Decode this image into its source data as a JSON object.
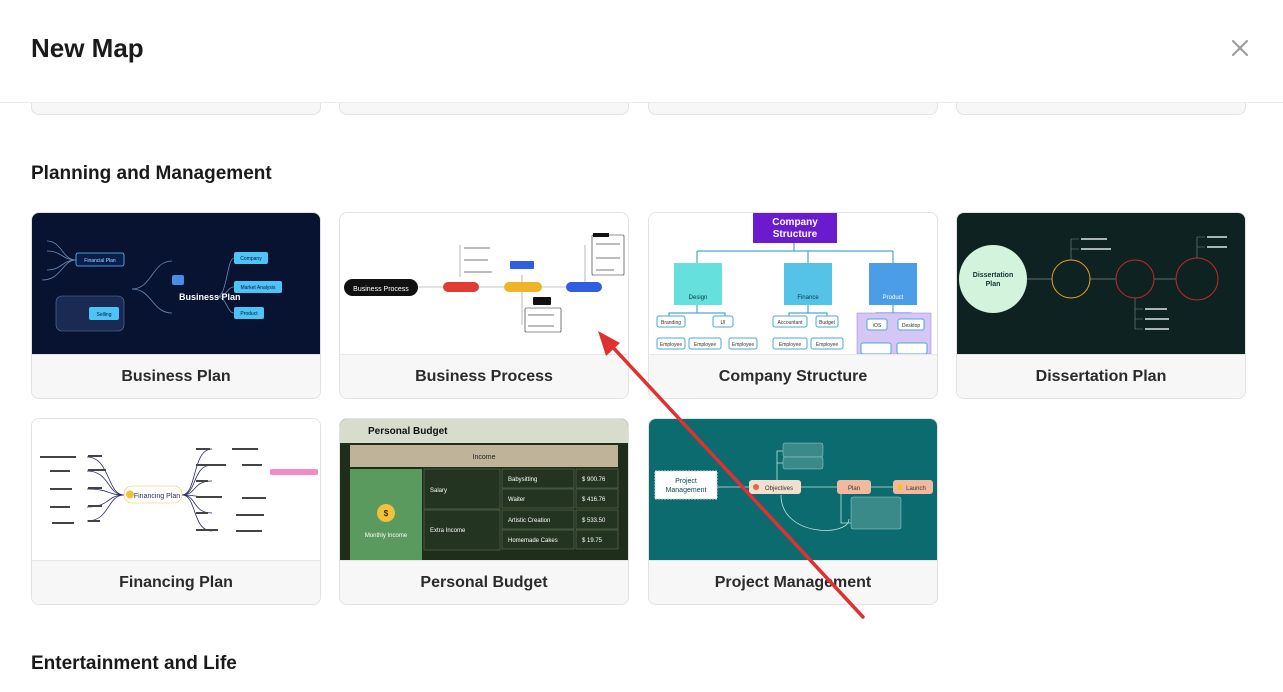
{
  "header": {
    "title": "New Map",
    "close_icon": "close-icon"
  },
  "sections": [
    {
      "title": "Planning and Management"
    },
    {
      "title": "Entertainment and Life"
    }
  ],
  "templates": [
    {
      "label": "Business Plan"
    },
    {
      "label": "Business Process"
    },
    {
      "label": "Company Structure"
    },
    {
      "label": "Dissertation Plan"
    },
    {
      "label": "Financing Plan"
    },
    {
      "label": "Personal Budget"
    },
    {
      "label": "Project Management"
    }
  ],
  "thumbs": {
    "business_plan": {
      "center": "Business Plan",
      "nodes": [
        "Financial Plan",
        "Selling",
        "Company",
        "Market Analysis",
        "Product"
      ]
    },
    "business_process": {
      "start": "Business Process"
    },
    "company_structure": {
      "title": "Company Structure",
      "depts": [
        "Design",
        "Finance",
        "Product"
      ],
      "subs": [
        "Branding",
        "UI",
        "Accountant",
        "Budget",
        "iOS",
        "Desktop"
      ],
      "leaf": "Employee"
    },
    "dissertation_plan": {
      "center": "Dissertation Plan"
    },
    "financing_plan": {
      "center": "Financing Plan"
    },
    "personal_budget": {
      "title": "Personal Budget",
      "income": "Income",
      "icon_label": "Monthly Income",
      "groups": [
        "Salary",
        "Extra Income"
      ],
      "rows": [
        {
          "item": "Babysitting",
          "amount": "$ 900.76"
        },
        {
          "item": "Waiter",
          "amount": "$ 416.76"
        },
        {
          "item": "Artistic Creation",
          "amount": "$ 533.50"
        },
        {
          "item": "Homemade Cakes",
          "amount": "$ 19.75"
        }
      ]
    },
    "project_management": {
      "center": "Project Management",
      "nodes": [
        "Objectives",
        "Plan",
        "Launch"
      ]
    }
  },
  "colors": {
    "accent_red": "#e03131",
    "navy": "#0b1535",
    "dark_teal": "#0f2424",
    "teal": "#0c6b6e",
    "purple": "#6a1bd0"
  }
}
